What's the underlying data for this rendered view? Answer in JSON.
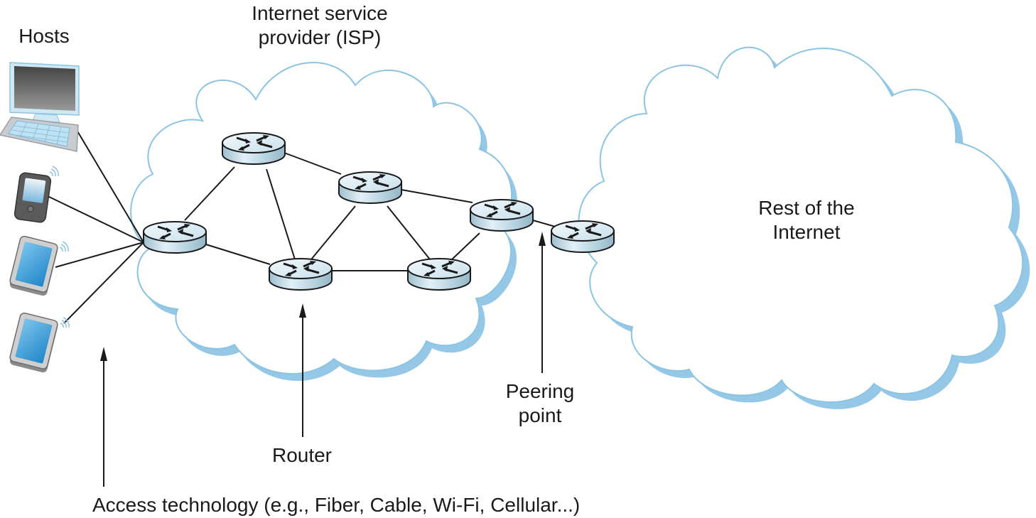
{
  "labels": {
    "hosts": "Hosts",
    "isp_line1": "Internet service",
    "isp_line2": "provider (ISP)",
    "rest_line1": "Rest of the",
    "rest_line2": "Internet",
    "peering_line1": "Peering",
    "peering_line2": "point",
    "router": "Router",
    "access": "Access technology (e.g., Fiber, Cable, Wi-Fi, Cellular...)"
  },
  "colors": {
    "cloud_outline": "#8cc4e2",
    "cloud_shadow": "#94c8e6",
    "router_top": "#e4f1f8",
    "router_side": "#a9c9d8",
    "link": "#1a1a1a"
  },
  "hosts": [
    {
      "id": "desktop",
      "type": "desktop-computer"
    },
    {
      "id": "phone",
      "type": "mobile-phone"
    },
    {
      "id": "tablet1",
      "type": "tablet"
    },
    {
      "id": "tablet2",
      "type": "tablet"
    }
  ],
  "routers": [
    {
      "id": "r-edge",
      "role": "access-router"
    },
    {
      "id": "r-top",
      "role": "isp-router"
    },
    {
      "id": "r-mid",
      "role": "isp-router"
    },
    {
      "id": "r-bottom",
      "role": "isp-router"
    },
    {
      "id": "r-bottom-right",
      "role": "isp-router"
    },
    {
      "id": "r-right",
      "role": "isp-border-router"
    },
    {
      "id": "r-peer",
      "role": "rest-of-internet-router"
    }
  ],
  "links": [
    [
      "desktop",
      "r-edge"
    ],
    [
      "phone",
      "r-edge"
    ],
    [
      "tablet1",
      "r-edge"
    ],
    [
      "tablet2",
      "r-edge"
    ],
    [
      "r-edge",
      "r-top"
    ],
    [
      "r-edge",
      "r-bottom"
    ],
    [
      "r-top",
      "r-bottom"
    ],
    [
      "r-top",
      "r-mid"
    ],
    [
      "r-mid",
      "r-bottom"
    ],
    [
      "r-mid",
      "r-bottom-right"
    ],
    [
      "r-mid",
      "r-right"
    ],
    [
      "r-bottom",
      "r-bottom-right"
    ],
    [
      "r-bottom-right",
      "r-right"
    ],
    [
      "r-right",
      "r-peer"
    ]
  ]
}
